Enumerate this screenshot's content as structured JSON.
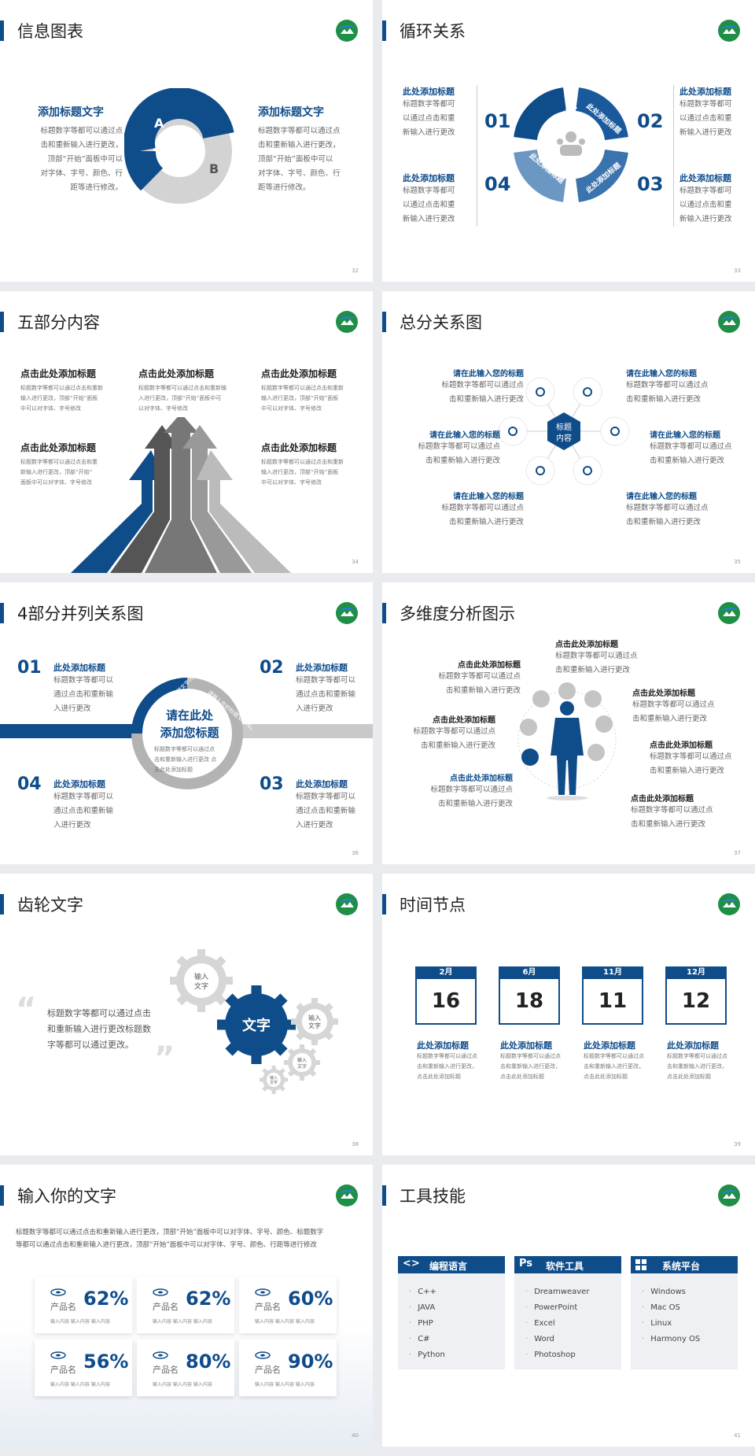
{
  "s32": {
    "title": "信息图表",
    "page": "32",
    "left_heading": "添加标题文字",
    "left_body": [
      "标题数字等都可以通过点",
      "击和重新输入进行更改，",
      "顶部“开始”面板中可以",
      "对字体、字号、颜色、行",
      "距等进行修改。"
    ],
    "right_heading": "添加标题文字",
    "right_body": [
      "标题数字等都可以通过点",
      "击和重新输入进行更改，",
      "顶部“开始”面板中可以",
      "对字体、字号、颜色、行",
      "距等进行修改。"
    ],
    "label_a": "A",
    "label_b": "B"
  },
  "s33": {
    "title": "循环关系",
    "page": "33",
    "items": [
      {
        "num": "01",
        "heading": "此处添加标题",
        "body": [
          "标题数字等都可",
          "以通过点击和重",
          "新输入进行更改"
        ]
      },
      {
        "num": "02",
        "heading": "此处添加标题",
        "body": [
          "标题数字等都可",
          "以通过点击和重",
          "新输入进行更改"
        ]
      },
      {
        "num": "03",
        "heading": "此处添加标题",
        "body": [
          "标题数字等都可",
          "以通过点击和重",
          "新输入进行更改"
        ]
      },
      {
        "num": "04",
        "heading": "此处添加标题",
        "body": [
          "标题数字等都可",
          "以通过点击和重",
          "新输入进行更改"
        ]
      }
    ],
    "ring_label": "此处添加标题"
  },
  "s34": {
    "title": "五部分内容",
    "page": "34",
    "items": [
      {
        "heading": "点击此处添加标题",
        "body": [
          "标题数字等都可以通过点击和重新",
          "输入进行更改，顶部“开始”面板",
          "中可以对字体、字号修改"
        ]
      },
      {
        "heading": "点击此处添加标题",
        "body": [
          "标题数字等都可以通过点击和重新输",
          "入进行更改，顶部“开始”面板中可",
          "以对字体、字号修改"
        ]
      },
      {
        "heading": "点击此处添加标题",
        "body": [
          "标题数字等都可以通过点击和重新",
          "输入进行更改，顶部“开始”面板",
          "中可以对字体、字号修改"
        ]
      },
      {
        "heading": "点击此处添加标题",
        "body": [
          "标题数字等都可以通过点击和重",
          "新输入进行更改，顶部“开始”",
          "面板中可以对字体、字号修改"
        ]
      },
      {
        "heading": "点击此处添加标题",
        "body": [
          "标题数字等都可以通过点击和重新",
          "输入进行更改，顶部“开始”面板",
          "中可以对字体、字号修改"
        ]
      }
    ]
  },
  "s35": {
    "title": "总分关系图",
    "page": "35",
    "center": [
      "标题",
      "内容"
    ],
    "items": [
      {
        "heading": "请在此输入您的标题",
        "body": [
          "标题数字等都可以通过点",
          "击和重新输入进行更改"
        ]
      },
      {
        "heading": "请在此输入您的标题",
        "body": [
          "标题数字等都可以通过点",
          "击和重新输入进行更改"
        ]
      },
      {
        "heading": "请在此输入您的标题",
        "body": [
          "标题数字等都可以通过点",
          "击和重新输入进行更改"
        ]
      },
      {
        "heading": "请在此输入您的标题",
        "body": [
          "标题数字等都可以通过点",
          "击和重新输入进行更改"
        ]
      },
      {
        "heading": "请在此输入您的标题",
        "body": [
          "标题数字等都可以通过点",
          "击和重新输入进行更改"
        ]
      },
      {
        "heading": "请在此输入您的标题",
        "body": [
          "标题数字等都可以通过点",
          "击和重新输入进行更改"
        ]
      }
    ]
  },
  "s36": {
    "title": "4部分并列关系图",
    "page": "36",
    "center_title": [
      "请在此处",
      "添加您标题"
    ],
    "center_body": [
      "标题数字等都可以通过点",
      "击和重新输入进行更改 点",
      "击此处添加标题"
    ],
    "ring_text": "请输入您的标题文字内容",
    "items": [
      {
        "num": "01",
        "heading": "此处添加标题",
        "body": [
          "标题数字等都可以",
          "通过点击和重新输",
          "入进行更改"
        ]
      },
      {
        "num": "02",
        "heading": "此处添加标题",
        "body": [
          "标题数字等都可以",
          "通过点击和重新输",
          "入进行更改"
        ]
      },
      {
        "num": "03",
        "heading": "此处添加标题",
        "body": [
          "标题数字等都可以",
          "通过点击和重新输",
          "入进行更改"
        ]
      },
      {
        "num": "04",
        "heading": "此处添加标题",
        "body": [
          "标题数字等都可以",
          "通过点击和重新输",
          "入进行更改"
        ]
      }
    ]
  },
  "s37": {
    "title": "多维度分析图示",
    "page": "37",
    "items": [
      {
        "heading": "点击此处添加标题",
        "body": [
          "标题数字等都可以通过点",
          "击和重新输入进行更改"
        ]
      },
      {
        "heading": "点击此处添加标题",
        "body": [
          "标题数字等都可以通过点",
          "击和重新输入进行更改"
        ]
      },
      {
        "heading": "点击此处添加标题",
        "body": [
          "标题数字等都可以通过点",
          "击和重新输入进行更改"
        ]
      },
      {
        "heading": "点击此处添加标题",
        "body": [
          "标题数字等都可以通过点",
          "击和重新输入进行更改"
        ]
      },
      {
        "heading": "点击此处添加标题",
        "body": [
          "标题数字等都可以通过点",
          "击和重新输入进行更改"
        ]
      },
      {
        "heading": "点击此处添加标题",
        "body": [
          "标题数字等都可以通过点",
          "击和重新输入进行更改"
        ]
      },
      {
        "heading": "点击此处添加标题",
        "body": [
          "标题数字等都可以通过点",
          "击和重新输入进行更改"
        ]
      }
    ]
  },
  "s38": {
    "title": "齿轮文字",
    "page": "38",
    "body": [
      "标题数字等都可以通过点击",
      "和重新输入进行更改标题数",
      "字等都可以通过更改。"
    ],
    "gear_main": "文字",
    "gear_small": [
      "输入",
      "文字"
    ]
  },
  "s39": {
    "title": "时间节点",
    "page": "39",
    "items": [
      {
        "month": "2月",
        "day": "16",
        "heading": "此处添加标题",
        "body": [
          "标题数字等都可以通过点",
          "击和重新输入进行更改，",
          "点击此处添加标题"
        ]
      },
      {
        "month": "6月",
        "day": "18",
        "heading": "此处添加标题",
        "body": [
          "标题数字等都可以通过点",
          "击和重新输入进行更改，",
          "点击此处添加标题"
        ]
      },
      {
        "month": "11月",
        "day": "11",
        "heading": "此处添加标题",
        "body": [
          "标题数字等都可以通过点",
          "击和重新输入进行更改，",
          "点击此处添加标题"
        ]
      },
      {
        "month": "12月",
        "day": "12",
        "heading": "此处添加标题",
        "body": [
          "标题数字等都可以通过点",
          "击和重新输入进行更改，",
          "点击此处添加标题"
        ]
      }
    ]
  },
  "s40": {
    "title": "输入你的文字",
    "page": "40",
    "intro": [
      "标题数字等都可以通过点击和重新输入进行更改，顶部“开始”面板中可以对字体、字号、颜色、标题数字",
      "等都可以通过点击和重新输入进行更改，顶部“开始”面板中可以对字体、字号、颜色、行距等进行修改"
    ],
    "cards": [
      {
        "pct": "62%",
        "label": "产品名",
        "sub": "输入内容  输入内容  输入内容"
      },
      {
        "pct": "62%",
        "label": "产品名",
        "sub": "输入内容  输入内容  输入内容"
      },
      {
        "pct": "60%",
        "label": "产品名",
        "sub": "输入内容  输入内容  输入内容"
      },
      {
        "pct": "56%",
        "label": "产品名",
        "sub": "输入内容  输入内容  输入内容"
      },
      {
        "pct": "80%",
        "label": "产品名",
        "sub": "输入内容  输入内容  输入内容"
      },
      {
        "pct": "90%",
        "label": "产品名",
        "sub": "输入内容  输入内容  输入内容"
      }
    ]
  },
  "s41": {
    "title": "工具技能",
    "page": "41",
    "panels": [
      {
        "icon": "<>",
        "label": "编程语言",
        "items": [
          "C++",
          "JAVA",
          "PHP",
          "C#",
          "Python"
        ]
      },
      {
        "icon": "Ps",
        "label": "软件工具",
        "items": [
          "Dreamweaver",
          "PowerPoint",
          "Excel",
          "Word",
          "Photoshop"
        ]
      },
      {
        "icon": "",
        "label": "系统平台",
        "items": [
          "Windows",
          "Mac OS",
          "Linux",
          "Harmony OS"
        ]
      }
    ]
  },
  "colors": {
    "primary": "#0f4c8a",
    "gray": "#cfcfcf",
    "dark_gray": "#8c8c8c",
    "mid_gray": "#a8a8a8"
  }
}
